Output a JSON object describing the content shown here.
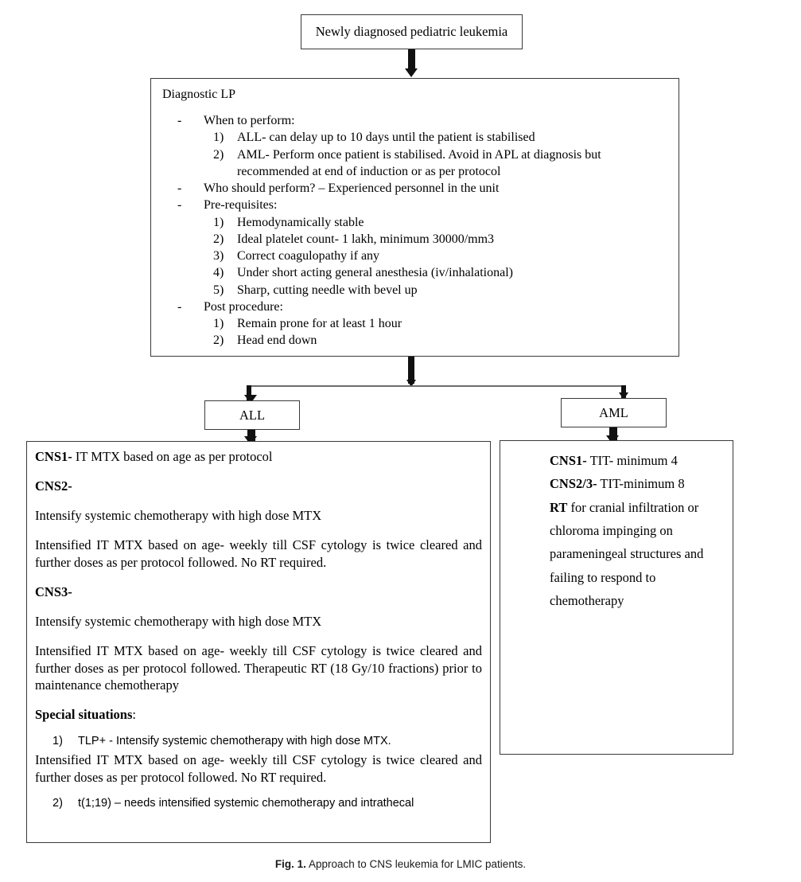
{
  "diagram": {
    "type": "flowchart",
    "caption_label": "Fig. 1.",
    "caption_text": "Approach to CNS leukemia for LMIC patients.",
    "top_box": {
      "title": "Newly diagnosed pediatric leukemia"
    },
    "lp_box": {
      "title": "Diagnostic LP",
      "sections": [
        {
          "dash": "-",
          "heading": "When to perform:",
          "items": [
            {
              "num": "1)",
              "line1": "ALL- can delay up to 10 days until the patient is stabilised",
              "line2": ""
            },
            {
              "num": "2)",
              "line1": "AML- Perform once patient is stabilised. Avoid in APL at diagnosis but",
              "line2": "recommended at end of induction or as per protocol"
            }
          ]
        },
        {
          "dash": "-",
          "heading": "Who should perform? – Experienced personnel in the unit",
          "items": []
        },
        {
          "dash": "-",
          "heading": "Pre-requisites:",
          "items": [
            {
              "num": "1)",
              "line1": "Hemodynamically stable",
              "line2": ""
            },
            {
              "num": "2)",
              "line1": "Ideal platelet count- 1 lakh, minimum 30000/mm3",
              "line2": ""
            },
            {
              "num": "3)",
              "line1": "Correct coagulopathy if any",
              "line2": ""
            },
            {
              "num": "4)",
              "line1": "Under short acting general anesthesia (iv/inhalational)",
              "line2": ""
            },
            {
              "num": "5)",
              "line1": "Sharp, cutting needle with bevel up",
              "line2": ""
            }
          ]
        },
        {
          "dash": "-",
          "heading": "Post procedure:",
          "items": [
            {
              "num": "1)",
              "line1": "Remain prone for at least 1 hour",
              "line2": ""
            },
            {
              "num": "2)",
              "line1": "Head end down",
              "line2": ""
            }
          ]
        }
      ]
    },
    "branch_all": {
      "tag": "ALL",
      "blocks": {
        "cns1_label": "CNS1-",
        "cns1_text": " IT MTX based on age as per protocol",
        "cns2_label": "CNS2-",
        "cns2_p1": "Intensify systemic chemotherapy with high dose MTX",
        "cns2_p2": "Intensified IT MTX based on age- weekly till CSF cytology is twice cleared and further doses as per protocol followed. No RT required.",
        "cns3_label": "CNS3-",
        "cns3_p1": "Intensify systemic chemotherapy with high dose MTX",
        "cns3_p2": "Intensified IT MTX based on age- weekly till CSF cytology is twice cleared and further doses as per protocol followed. Therapeutic RT (18 Gy/10 fractions) prior to maintenance chemotherapy",
        "special_label": "Special situations",
        "special_colon": ":",
        "special_1_num": "1)",
        "special_1_text": "TLP+ - Intensify systemic chemotherapy with high dose MTX.",
        "special_1_follow": "Intensified IT MTX based on age- weekly till CSF cytology is twice cleared and further doses as per protocol followed. No RT required.",
        "special_2_num": "2)",
        "special_2_text": "t(1;19) – needs intensified systemic chemotherapy and intrathecal"
      }
    },
    "branch_aml": {
      "tag": "AML",
      "lines": [
        {
          "bold": "CNS1-",
          "rest": " TIT- minimum 4"
        },
        {
          "bold": "CNS2/3-",
          "rest": " TIT-minimum 8"
        },
        {
          "bold": "RT",
          "rest": " for cranial infiltration or"
        },
        {
          "bold": "",
          "rest": "chloroma impinging on"
        },
        {
          "bold": "",
          "rest": "parameningeal structures and"
        },
        {
          "bold": "",
          "rest": "failing to respond to"
        },
        {
          "bold": "",
          "rest": "chemotherapy"
        }
      ]
    },
    "colors": {
      "border": "#3a3a3a",
      "connector": "#111111",
      "split_bar": "#6d6d6d",
      "background": "#ffffff",
      "text": "#000000"
    }
  }
}
